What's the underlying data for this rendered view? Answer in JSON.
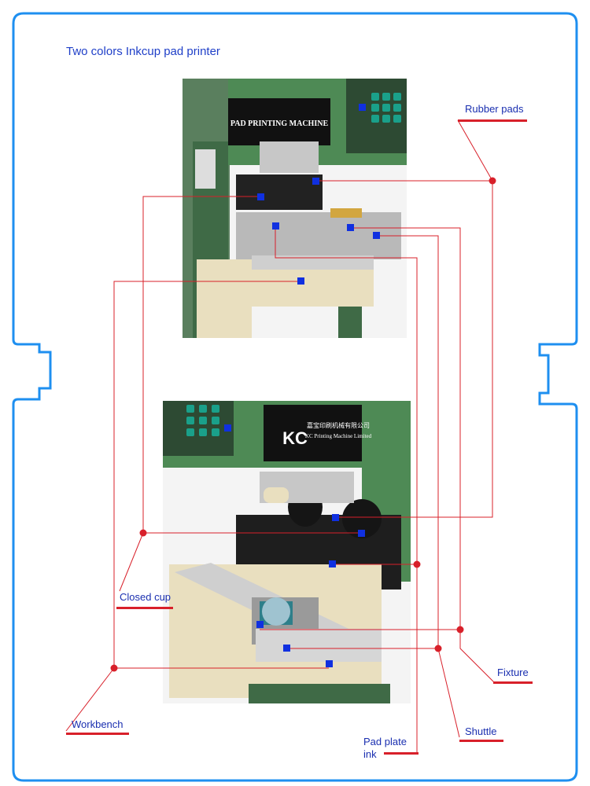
{
  "title": "Two colors Inkcup pad printer",
  "labels": {
    "rubber_pads": "Rubber pads",
    "closed_cup": "Closed cup",
    "fixture": "Fixture",
    "workbench": "Workbench",
    "shuttle": "Shuttle",
    "pad_plate_ink_line1": "Pad plate",
    "pad_plate_ink_line2": "ink"
  },
  "machine_text": {
    "top_panel": "PAD PRINTING MACHINE",
    "brand": "KC",
    "brand_chinese": "嘉宝印刷机械有限公司",
    "brand_english": "KC Printing Machine Limited"
  },
  "colors": {
    "frame": "#1e8ff0",
    "leader_line": "#d8202a",
    "marker": "#1030e0",
    "label_text": "#1a2fb0",
    "machine_green": "#4e8a55",
    "machine_cream": "#e9dfbf"
  }
}
